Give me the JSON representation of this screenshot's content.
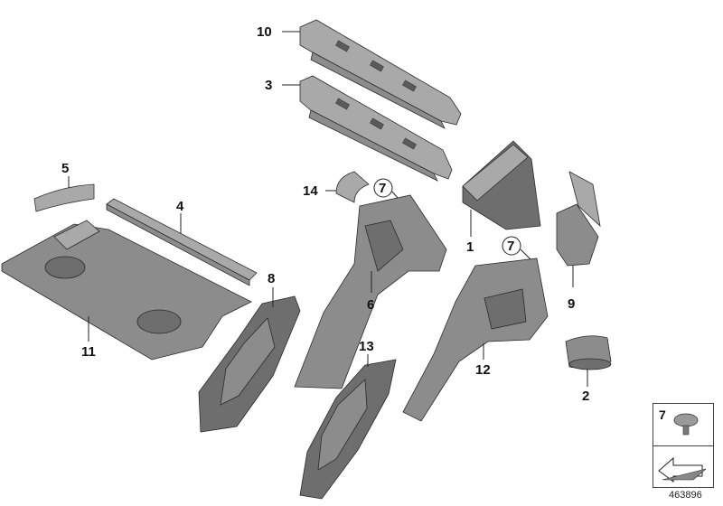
{
  "callouts": [
    {
      "number": "10"
    },
    {
      "number": "3"
    },
    {
      "number": "5"
    },
    {
      "number": "4"
    },
    {
      "number": "14"
    },
    {
      "number": "7"
    },
    {
      "number": "1"
    },
    {
      "number": "7"
    },
    {
      "number": "9"
    },
    {
      "number": "8"
    },
    {
      "number": "6"
    },
    {
      "number": "11"
    },
    {
      "number": "13"
    },
    {
      "number": "12"
    },
    {
      "number": "2"
    }
  ],
  "legend": {
    "number": "7"
  },
  "diagram_id": "463896"
}
